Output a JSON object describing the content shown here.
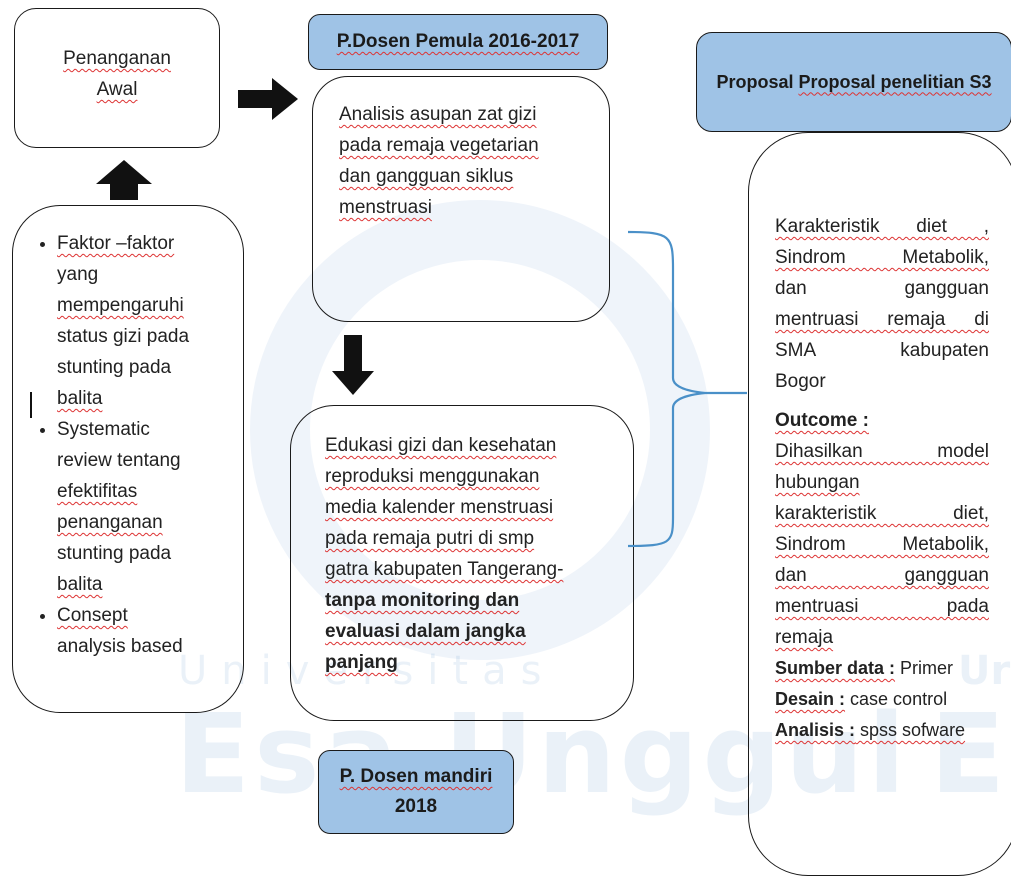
{
  "watermark": {
    "small": "Universitas",
    "large": "Esa Unggul",
    "right_large": "E",
    "right_small": "Ur"
  },
  "start_box": {
    "line1": "Penanganan",
    "line2": "Awal"
  },
  "factors": [
    [
      "Faktor –faktor",
      "yang",
      "mempengaruhi",
      "status gizi pada",
      "stunting pada",
      "balita"
    ],
    [
      "Systematic",
      "review tentang",
      "efektifitas",
      "penanganan",
      "stunting pada",
      "balita"
    ],
    [
      "Consept",
      "analysis based"
    ]
  ],
  "pdp_label": "P.Dosen Pemula 2016-2017",
  "pdp_box": [
    "Analisis asupan zat gizi",
    "pada remaja vegetarian",
    "dan gangguan siklus",
    "menstruasi"
  ],
  "pdm_box": {
    "lines": [
      "Edukasi gizi dan kesehatan",
      "reproduksi menggunakan",
      "media kalender menstruasi",
      "pada remaja putri di smp",
      "gatra kabupaten Tangerang-"
    ],
    "bold_lines": [
      "tanpa monitoring dan",
      "evaluasi dalam jangka",
      "panjang"
    ]
  },
  "pdm_label": {
    "line1": "P. Dosen mandiri",
    "line2": "2018"
  },
  "s3_label": "Proposal penelitian S3",
  "s3_box": {
    "title_lines": [
      "Karakteristik diet ,",
      "Sindrom Metabolik,",
      "dan gangguan",
      "mentruasi remaja di",
      "SMA kabupaten",
      "Bogor"
    ],
    "outcome_label": "Outcome :",
    "outcome_lines": [
      "Dihasilkan model",
      "hubungan",
      "karakteristik diet,",
      "Sindrom Metabolik,",
      "dan gangguan",
      "mentruasi pada",
      "remaja"
    ],
    "sumber_label": "Sumber data :",
    "sumber_value": " Primer",
    "desain_label": "Desain :",
    "desain_value": " case control",
    "analisis_label": "Analisis :",
    "analisis_value": " spss sofware"
  }
}
